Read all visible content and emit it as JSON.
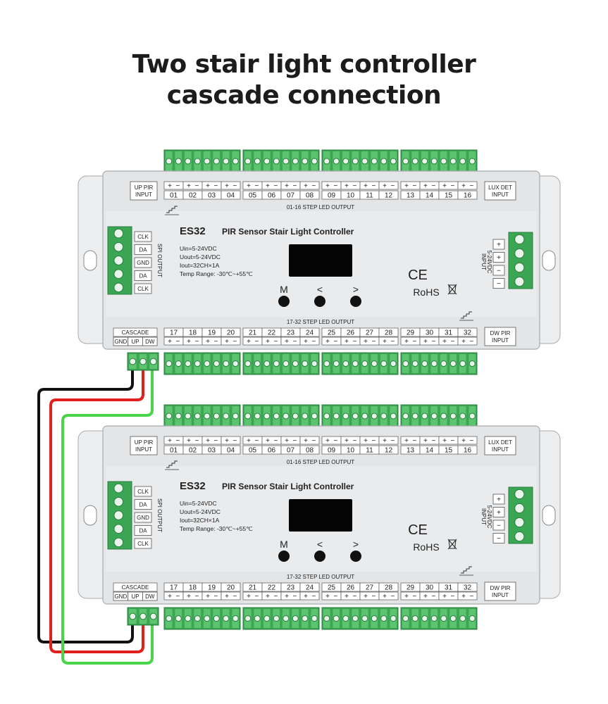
{
  "title": {
    "line1": "Two stair light controller",
    "line2": "cascade connection"
  },
  "controller": {
    "model": "ES32",
    "name": "PIR Sensor Stair Light Controller",
    "specs": [
      "Uin=5-24VDC",
      "Uout=5-24VDC",
      "Iout=32CH×1A",
      "Temp Range: -30℃~+55℃"
    ],
    "up_pir": [
      "UP PIR",
      "INPUT"
    ],
    "lux_det": [
      "LUX DET",
      "INPUT"
    ],
    "dw_pir": [
      "DW PIR",
      "INPUT"
    ],
    "top_output_label": "01-16 STEP LED OUTPUT",
    "bottom_output_label": "17-32 STEP LED OUTPUT",
    "top_channels": [
      "01",
      "02",
      "03",
      "04",
      "05",
      "06",
      "07",
      "08",
      "09",
      "10",
      "11",
      "12",
      "13",
      "14",
      "15",
      "16"
    ],
    "bottom_channels": [
      "17",
      "18",
      "19",
      "20",
      "21",
      "22",
      "23",
      "24",
      "25",
      "26",
      "27",
      "28",
      "29",
      "30",
      "31",
      "32"
    ],
    "spi_label": "SPI OUTPUT",
    "spi_pins": [
      "CLK",
      "DA",
      "GND",
      "DA",
      "CLK"
    ],
    "cascade_label": "CASCADE",
    "cascade_pins": [
      "GND",
      "UP",
      "DW"
    ],
    "input_label": [
      "INPUT",
      "5-24VDC"
    ],
    "input_pins": [
      "+",
      "+",
      "−",
      "−"
    ],
    "buttons": [
      "M",
      "<",
      ">"
    ],
    "ce_mark": "CE",
    "rohs_mark": "RoHS",
    "plus_sign": "+",
    "minus_sign": "−"
  },
  "wires": [
    {
      "pin": "GND",
      "color": "#111111"
    },
    {
      "pin": "UP",
      "color": "#e0201c"
    },
    {
      "pin": "DW",
      "color": "#4bd44a"
    }
  ],
  "colors": {
    "terminal_green": "#3aa653",
    "terminal_light": "#5cc46f",
    "housing": "#e3e5e7",
    "display": "#050505"
  }
}
